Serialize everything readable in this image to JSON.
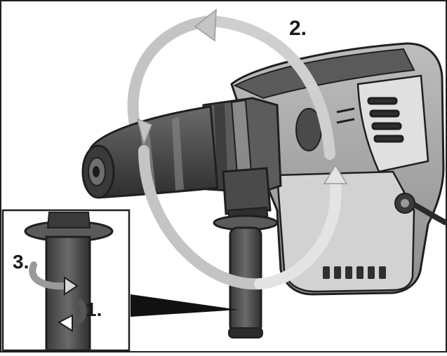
{
  "steps": {
    "step1": "1.",
    "step2": "2.",
    "step3": "3."
  },
  "icons": {
    "rotation_arrow": "curved-rotation-arrow-icon",
    "twist_arrow": "twist-arrow-icon"
  },
  "colors": {
    "line": "#1f1f1f",
    "housing_dark": "#4a4a4a",
    "housing_mid": "#8a8a8a",
    "housing_light": "#c9c9c9",
    "arrow": "#bdbdbd",
    "arrow_light": "#dedede",
    "label": "#1a1a1a"
  }
}
